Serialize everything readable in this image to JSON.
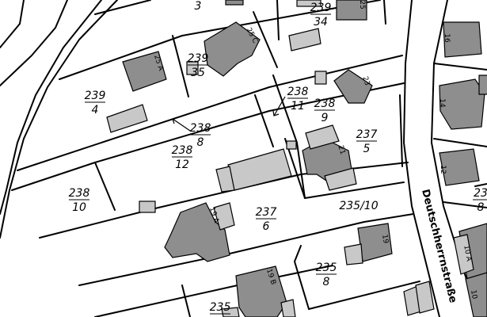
{
  "street": {
    "name": "Deutschherrnstraße"
  },
  "parcels": {
    "p239_34": {
      "num": "239",
      "den": "34"
    },
    "p239_35": {
      "num": "239",
      "den": "35"
    },
    "p239_4": {
      "num": "239",
      "den": "4"
    },
    "p238_11": {
      "num": "238",
      "den": "11"
    },
    "p238_9": {
      "num": "238",
      "den": "9"
    },
    "p238_8": {
      "num": "238",
      "den": "8"
    },
    "p237_5": {
      "num": "237",
      "den": "5"
    },
    "p238_12": {
      "num": "238",
      "den": "12"
    },
    "p238_10": {
      "num": "238",
      "den": "10"
    },
    "p237_6": {
      "num": "237",
      "den": "6"
    },
    "p235_10": {
      "label": "235/10"
    },
    "p235_8": {
      "num": "235",
      "den": "8"
    },
    "p235_b": {
      "num": "235"
    },
    "p23x_right": {
      "num": "23",
      "den": "8"
    },
    "p_top3": {
      "label": "3"
    }
  },
  "houses": {
    "h25": "25",
    "h25c": "25 C",
    "h25a": "25 A",
    "h23": "23",
    "h21": "21",
    "h19a": "19 A",
    "h19": "19",
    "h19b": "19 B",
    "h16": "16",
    "h14": "14",
    "h12": "12",
    "h10a": "10 A",
    "h10": "10"
  }
}
